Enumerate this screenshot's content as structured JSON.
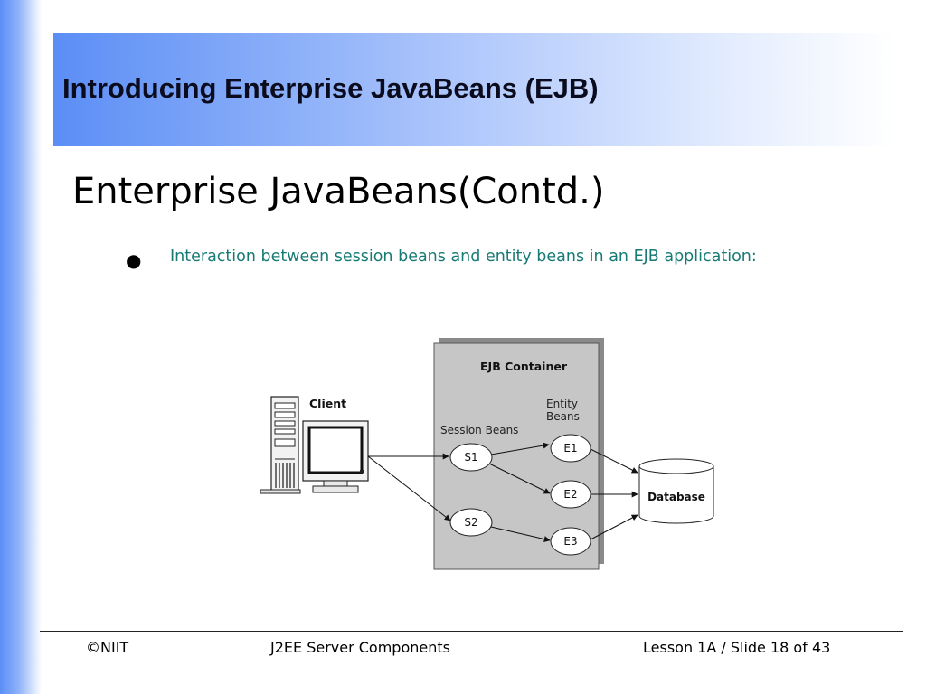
{
  "slide": {
    "title": "Introducing Enterprise JavaBeans (EJB)",
    "heading": "Enterprise JavaBeans(Contd.)",
    "bullet": "Interaction between session beans and entity beans in an EJB application:"
  },
  "diagram": {
    "container_label": "EJB Container",
    "client_label": "Client",
    "entity_label_line1": "Entity",
    "entity_label_line2": "Beans",
    "session_label": "Session Beans",
    "s1": "S1",
    "s2": "S2",
    "e1": "E1",
    "e2": "E2",
    "e3": "E3",
    "database_label": "Database"
  },
  "footer": {
    "left": "©NIIT",
    "center": "J2EE Server Components",
    "right": "Lesson 1A / Slide 18 of 43"
  }
}
